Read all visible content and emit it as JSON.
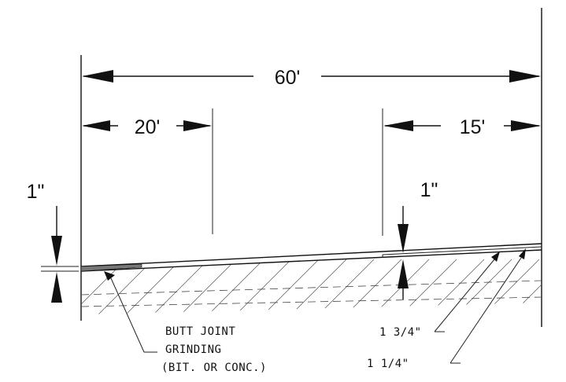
{
  "dimensions": {
    "total_length": "60'",
    "left_taper": "20'",
    "right_section": "15'",
    "left_thickness": "1\"",
    "right_thickness": "1\""
  },
  "callouts": {
    "thickness_a": "1 3/4\"",
    "thickness_b": "1 1/4\""
  },
  "note": {
    "line1": "BUTT JOINT",
    "line2": "GRINDING",
    "line3": "(BIT. OR CONC.)"
  }
}
